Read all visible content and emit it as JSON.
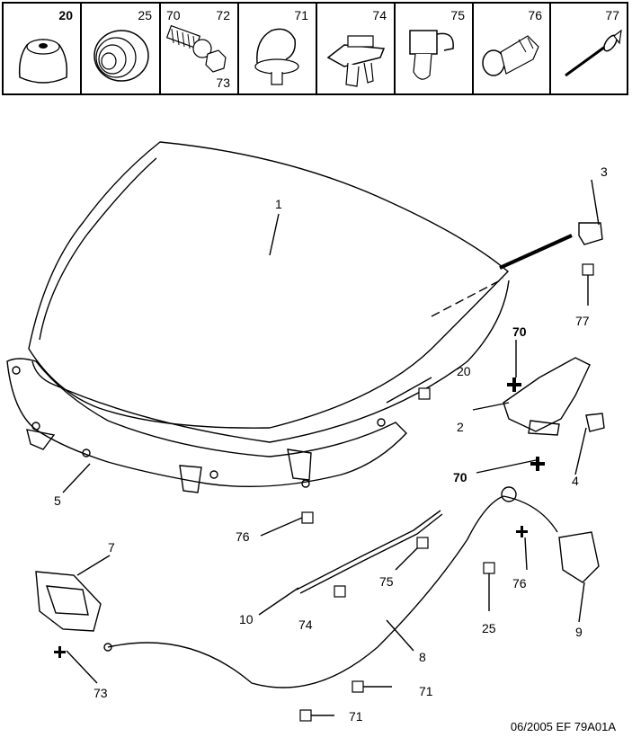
{
  "parts_strip": [
    {
      "id": "cell-20",
      "labels": [
        "20"
      ]
    },
    {
      "id": "cell-25",
      "labels": [
        "25"
      ]
    },
    {
      "id": "cell-70-72-73",
      "labels": [
        "70",
        "72",
        "73"
      ]
    },
    {
      "id": "cell-71",
      "labels": [
        "71"
      ]
    },
    {
      "id": "cell-74",
      "labels": [
        "74"
      ]
    },
    {
      "id": "cell-75",
      "labels": [
        "75"
      ]
    },
    {
      "id": "cell-76",
      "labels": [
        "76"
      ]
    },
    {
      "id": "cell-77",
      "labels": [
        "77"
      ]
    }
  ],
  "callouts": {
    "c1": "1",
    "c2": "2",
    "c3": "3",
    "c4": "4",
    "c5": "5",
    "c7": "7",
    "c8": "8",
    "c9": "9",
    "c10": "10",
    "c20": "20",
    "c70a": "70",
    "c70b": "70",
    "c71a": "71",
    "c71b": "71",
    "c73": "73",
    "c74": "74",
    "c75": "75",
    "c76a": "76",
    "c76b": "76",
    "c77": "77",
    "c25": "25"
  },
  "footer": "06/2005  EF 79A01A"
}
